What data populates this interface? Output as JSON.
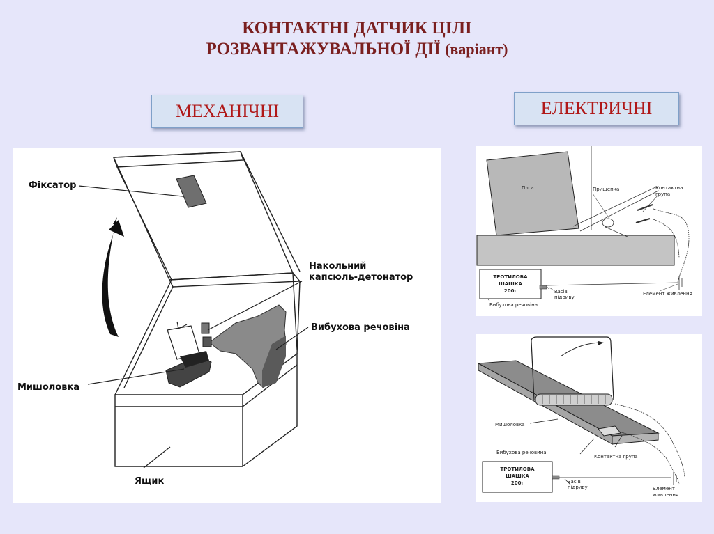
{
  "title": {
    "line1": "КОНТАКТНІ ДАТЧИК ЦІЛІ",
    "line2": "РОЗВАНТАЖУВАЛЬНОЇ ДІЇ",
    "variant": "(варіант)"
  },
  "buttons": {
    "mechanical": "МЕХАНІЧНІ",
    "electrical": "ЕЛЕКТРИЧНІ"
  },
  "left_diagram": {
    "latch": "Фіксатор",
    "detonator_line1": "Накольний",
    "detonator_line2": "капсюль-детонатор",
    "explosive": "Вибухова речовіна",
    "mousetrap": "Мишоловка",
    "box": "Ящик"
  },
  "top_right_diagram": {
    "slab": "Плга",
    "clothespin": "Прищепка",
    "contact_group_line1": "Контактна",
    "contact_group_line2": "група",
    "tnt_line1": "ТРОТИЛОВА",
    "tnt_line2": "ШАШКА",
    "tnt_line3": "200г",
    "fuze_line1": "Засів",
    "fuze_line2": "підриву",
    "explosive": "Вибухова речовіна",
    "power": "Елемент живлення"
  },
  "bottom_right_diagram": {
    "mousetrap": "Мишоловка",
    "explosive": "Вибухова речовина",
    "contact_group": "Контактна група",
    "tnt_line1": "ТРОТИЛОВА",
    "tnt_line2": "ШАШКА",
    "tnt_line3": "200г",
    "fuze_line1": "Засів",
    "fuze_line2": "підриву",
    "power_line1": "Єлемент",
    "power_line2": "живлення"
  }
}
